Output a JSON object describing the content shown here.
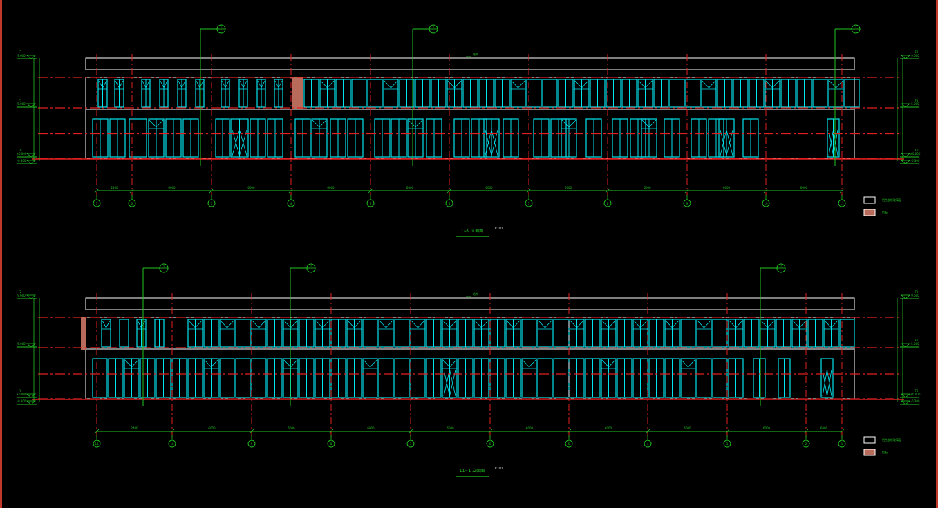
{
  "drawing": {
    "elevations": [
      {
        "id": "top",
        "title": "1~9 立面图",
        "scale": "1:100",
        "roof_label": "结构",
        "grid_axes": [
          "1",
          "2",
          "3",
          "4",
          "5",
          "6",
          "7",
          "8",
          "9",
          "10",
          "11"
        ],
        "dimension_labels": [
          "2400",
          "6000",
          "6000",
          "6000",
          "6000",
          "6000",
          "6000",
          "6000",
          "6000",
          "6000"
        ],
        "left_levels": [
          "9.600",
          "5.000",
          "±0.000",
          "-0.300"
        ],
        "right_levels": [
          "9.600",
          "5.000",
          "±0.000",
          "-0.300"
        ],
        "level_tags": [
          "F2",
          "F1",
          "F0"
        ],
        "section_markers": [
          "1",
          "1",
          "1"
        ],
        "legend": [
          {
            "label": "铝合金框玻璃窗",
            "swatch": "#000000"
          },
          {
            "label": "铝板",
            "swatch": "#b86b5a"
          }
        ]
      },
      {
        "id": "bottom",
        "title": "11~1 立面图",
        "scale": "1:100",
        "roof_label": "结构",
        "grid_axes": [
          "11",
          "10",
          "9",
          "8",
          "7",
          "6",
          "5",
          "4",
          "3",
          "2",
          "1"
        ],
        "dimension_labels": [
          "2400",
          "6000",
          "6000",
          "6000",
          "6000",
          "6000",
          "6000",
          "6000",
          "6000",
          "6000"
        ],
        "left_levels": [
          "9.600",
          "5.000",
          "±0.000",
          "-0.300"
        ],
        "right_levels": [
          "9.600",
          "5.000",
          "±0.000",
          "-0.300"
        ],
        "level_tags": [
          "F2",
          "F1",
          "F0"
        ],
        "section_markers": [
          "1",
          "1",
          "1"
        ],
        "legend": [
          {
            "label": "铝合金框玻璃窗",
            "swatch": "#000000"
          },
          {
            "label": "铝板",
            "swatch": "#b86b5a"
          }
        ]
      }
    ],
    "colors": {
      "background": "#000000",
      "outline": "#ffffff",
      "glazing": "#00e5f0",
      "grid": "#e02020",
      "annotation": "#22c322",
      "panel": "#b86b5a",
      "frame": "#c0392b"
    }
  }
}
